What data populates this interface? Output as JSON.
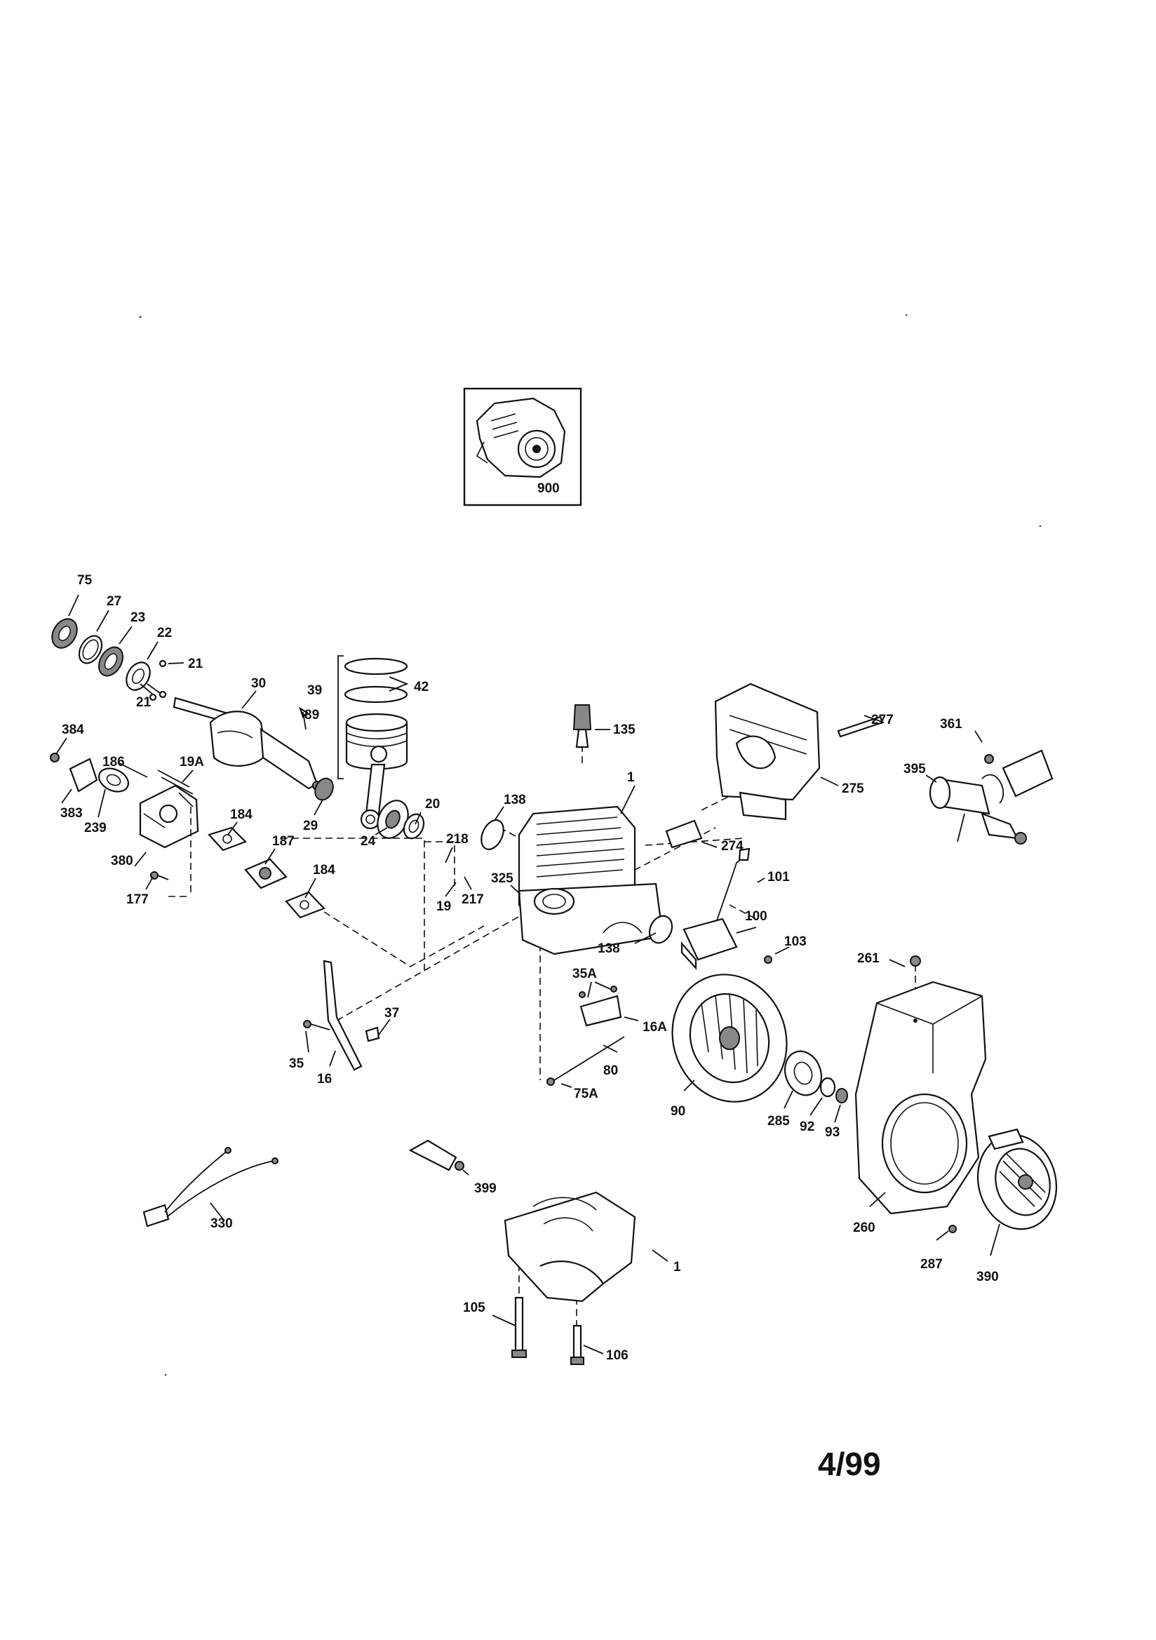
{
  "inset": {
    "callout": "900"
  },
  "callouts": {
    "c75": "75",
    "c27": "27",
    "c23": "23",
    "c22": "22",
    "c21a": "21",
    "c21b": "21",
    "c30": "30",
    "c39": "39",
    "c42": "42",
    "c89": "89",
    "c384": "384",
    "c186": "186",
    "c19A": "19A",
    "c383": "383",
    "c239": "239",
    "c184a": "184",
    "c187": "187",
    "c184b": "184",
    "c29": "29",
    "c24": "24",
    "c20": "20",
    "c380": "380",
    "c177": "177",
    "c218": "218",
    "c325": "325",
    "c19": "19",
    "c217": "217",
    "c138a": "138",
    "c138b": "138",
    "c1a": "1",
    "c135": "135",
    "c275": "275",
    "c277": "277",
    "c274": "274",
    "c361": "361",
    "c395": "395",
    "c101": "101",
    "c100": "100",
    "c103": "103",
    "c35A": "35A",
    "c16A": "16A",
    "c80": "80",
    "c75A": "75A",
    "c90": "90",
    "c261": "261",
    "c285": "285",
    "c92": "92",
    "c93": "93",
    "c260": "260",
    "c287": "287",
    "c390": "390",
    "c37": "37",
    "c35": "35",
    "c16": "16",
    "c330": "330",
    "c399": "399",
    "c1b": "1",
    "c105": "105",
    "c106": "106"
  },
  "footer": {
    "date_code": "4/99"
  }
}
